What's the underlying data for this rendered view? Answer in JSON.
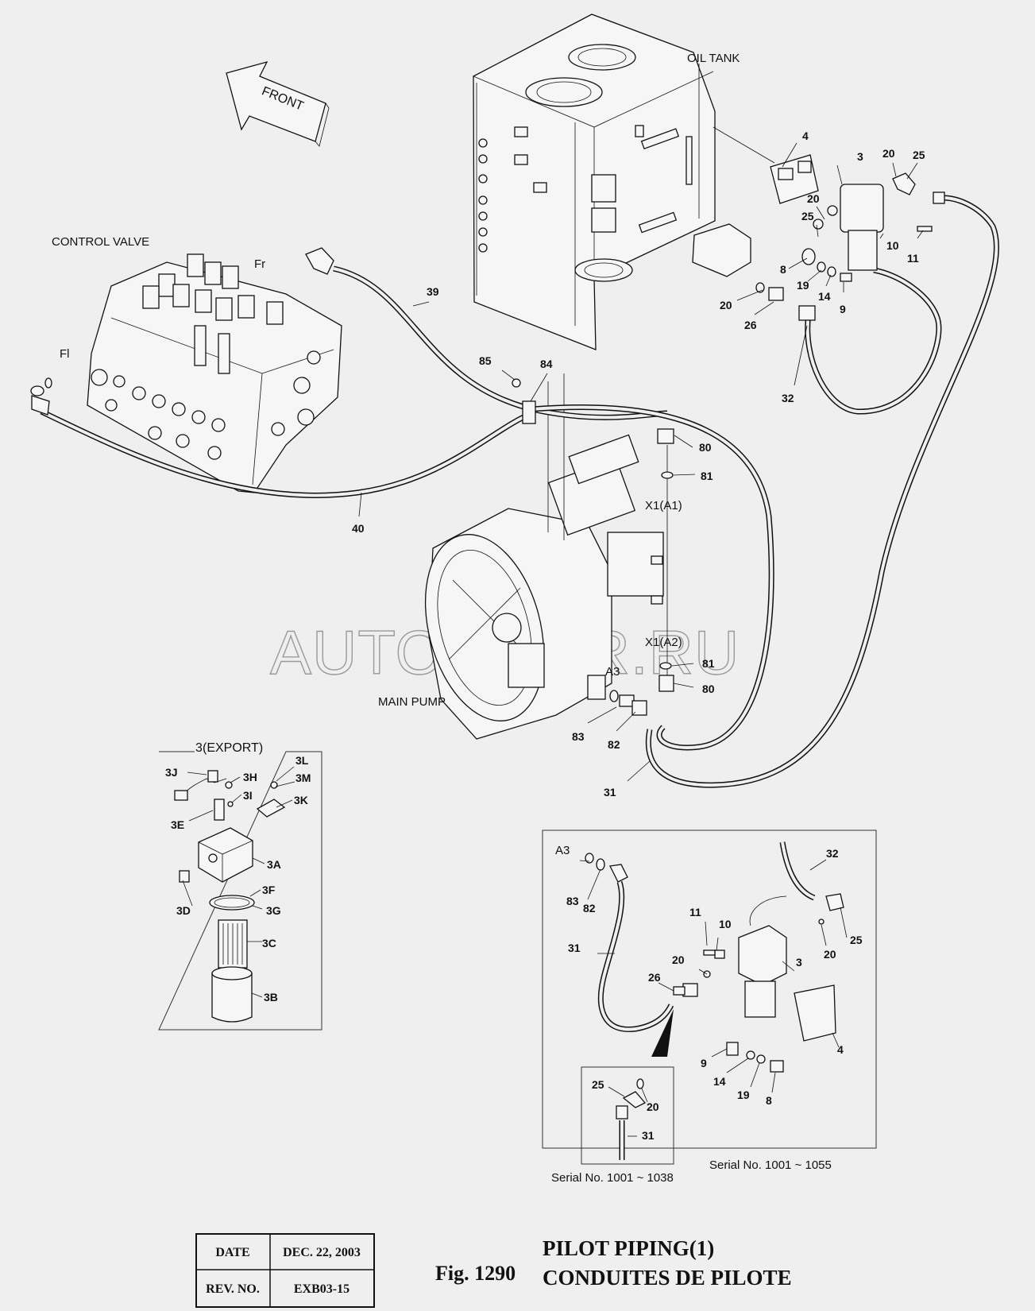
{
  "labels": {
    "oil_tank": "OIL TANK",
    "control_valve": "CONTROL VALVE",
    "main_pump": "MAIN PUMP",
    "front": "FRONT",
    "fr": "Fr",
    "fi": "Fl",
    "x1a1": "X1(A1)",
    "x1a2": "X1(A2)",
    "a3": "A3",
    "a3_inset": "A3",
    "export": "(EXPORT)",
    "export_sup": "3",
    "watermark": "AUTOPITER.RU"
  },
  "main_callouts": {
    "c4": "4",
    "c3": "3",
    "c20a": "20",
    "c25a": "25",
    "c20b": "20",
    "c25b": "25",
    "c10": "10",
    "c11": "11",
    "c8": "8",
    "c19": "19",
    "c14": "14",
    "c9": "9",
    "c20c": "20",
    "c26": "26",
    "c32": "32",
    "c39": "39",
    "c85": "85",
    "c84": "84",
    "c40": "40",
    "c80a": "80",
    "c81a": "81",
    "c81b": "81",
    "c80b": "80",
    "c83": "83",
    "c82": "82",
    "c31": "31"
  },
  "export_callouts": {
    "c3j": "3J",
    "c3h": "3H",
    "c3i": "3I",
    "c3l": "3L",
    "c3m": "3M",
    "c3k": "3K",
    "c3e": "3E",
    "c3a": "3A",
    "c3f": "3F",
    "c3d": "3D",
    "c3g": "3G",
    "c3c": "3C",
    "c3b": "3B"
  },
  "serial_callouts": {
    "c83": "83",
    "c82": "82",
    "c31": "31",
    "c32": "32",
    "c11": "11",
    "c10": "10",
    "c20a": "20",
    "c26": "26",
    "c3": "3",
    "c25": "25",
    "c20b": "20",
    "c4": "4",
    "c9": "9",
    "c14": "14",
    "c19": "19",
    "c8": "8"
  },
  "small_inset_callouts": {
    "c25": "25",
    "c20": "20",
    "c31": "31"
  },
  "serials": {
    "large": "Serial No. 1001 ~ 1055",
    "small": "Serial No. 1001 ~ 1038"
  },
  "title_block": {
    "date_label": "DATE",
    "date_value": "DEC. 22, 2003",
    "rev_label": "REV. NO.",
    "rev_value": "EXB03-15"
  },
  "figure": {
    "number": "Fig. 1290",
    "title_en": "PILOT PIPING(1)",
    "title_fr": "CONDUITES DE PILOTE"
  }
}
